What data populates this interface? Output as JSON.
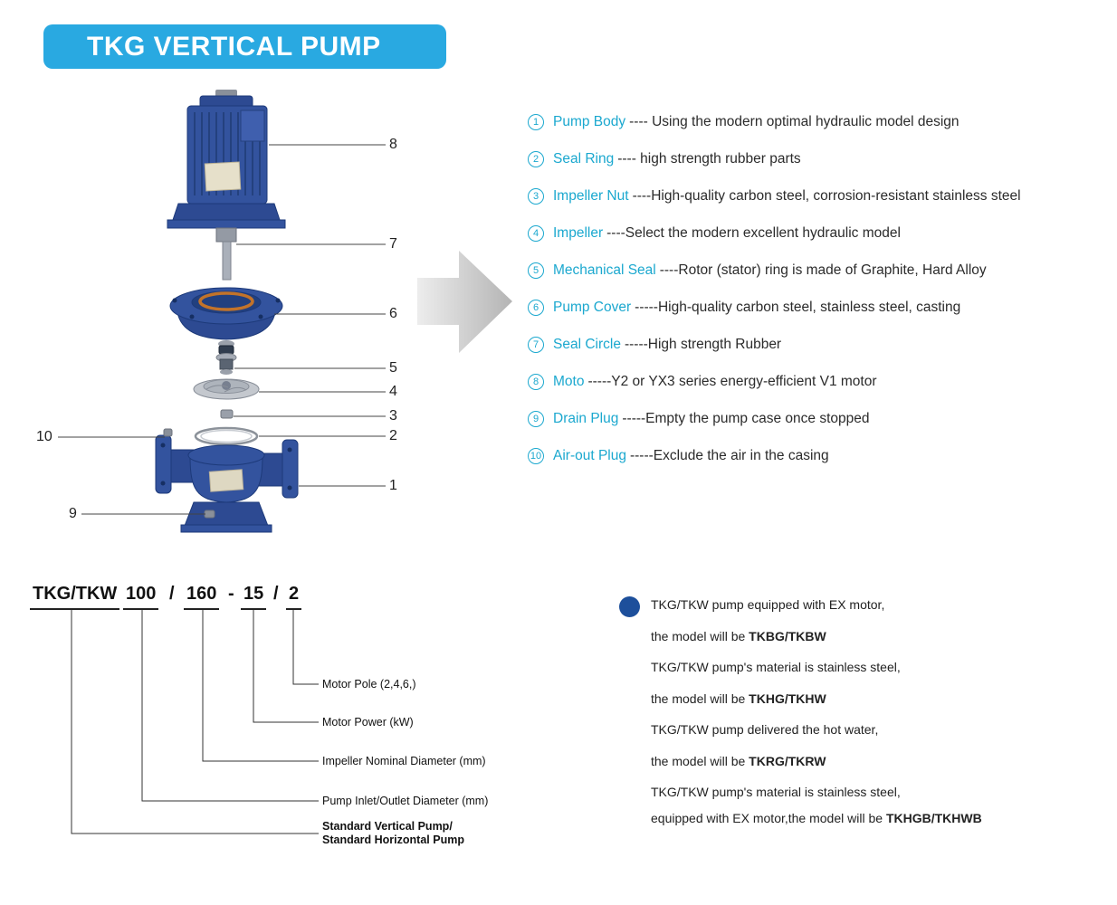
{
  "colors": {
    "banner_blue": "#29a9e1",
    "accent_cyan": "#1ba8cf",
    "pump_blue": "#33539e",
    "note_bullet_blue": "#1d4f9b"
  },
  "header": {
    "title": "TKG VERTICAL PUMP"
  },
  "diagram": {
    "callouts": [
      "8",
      "7",
      "6",
      "5",
      "4",
      "3",
      "2",
      "1",
      "10",
      "9"
    ],
    "arrow_icon": "right-arrow"
  },
  "parts_list": {
    "items": [
      {
        "num": "1",
        "name": "Pump Body",
        "desc": "---- Using the modern optimal hydraulic model design"
      },
      {
        "num": "2",
        "name": "Seal Ring",
        "desc": "---- high strength rubber parts"
      },
      {
        "num": "3",
        "name": "Impeller Nut",
        "desc": "----High-quality carbon steel, corrosion-resistant stainless steel"
      },
      {
        "num": "4",
        "name": "Impeller",
        "desc": "----Select the modern excellent hydraulic model"
      },
      {
        "num": "5",
        "name": "Mechanical Seal",
        "desc": "----Rotor (stator) ring is made of Graphite, Hard Alloy"
      },
      {
        "num": "6",
        "name": "Pump Cover",
        "desc": "-----High-quality carbon steel, stainless steel, casting"
      },
      {
        "num": "7",
        "name": "Seal Circle",
        "desc": "-----High strength Rubber"
      },
      {
        "num": "8",
        "name": "Moto",
        "desc": "-----Y2 or YX3 series energy-efficient V1 motor"
      },
      {
        "num": "9",
        "name": "Drain Plug",
        "desc": "-----Empty the pump case once stopped"
      },
      {
        "num": "10",
        "name": "Air-out Plug",
        "desc": "-----Exclude the air in the casing"
      }
    ]
  },
  "model_code": {
    "prefix": "TKG/TKW",
    "seg1": "100",
    "sep1": "/",
    "seg2": "160",
    "sep2": "-",
    "seg3": "15",
    "sep3": "/",
    "seg4": "2",
    "labels": {
      "motor_pole": "Motor Pole (2,4,6,)",
      "motor_power": "Motor Power (kW)",
      "impeller_diameter": "Impeller Nominal Diameter (mm)",
      "inlet_outlet": "Pump Inlet/Outlet Diameter (mm)",
      "standard_line1": "Standard Vertical Pump/",
      "standard_line2": "Standard Horizontal Pump"
    }
  },
  "notes": {
    "lines": [
      {
        "pre": "TKG/TKW pump equipped with EX motor,",
        "bold": ""
      },
      {
        "pre": "the model will be ",
        "bold": "TKBG/TKBW"
      },
      {
        "pre": "TKG/TKW pump's material is stainless steel,",
        "bold": ""
      },
      {
        "pre": "the model will be ",
        "bold": "TKHG/TKHW"
      },
      {
        "pre": "TKG/TKW pump delivered the hot water,",
        "bold": ""
      },
      {
        "pre": "the model will be ",
        "bold": "TKRG/TKRW"
      },
      {
        "pre": "TKG/TKW pump's material is stainless steel,",
        "bold": ""
      },
      {
        "pre": "equipped with EX motor,the model will be ",
        "bold": "TKHGB/TKHWB"
      }
    ]
  }
}
